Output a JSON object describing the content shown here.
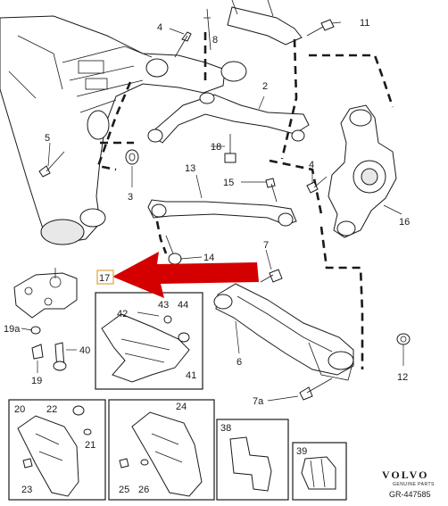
{
  "labels": {
    "l2": "2",
    "l3": "3",
    "l4a": "4",
    "l4b": "4",
    "l5": "5",
    "l6": "6",
    "l7": "7",
    "l7a": "7a",
    "l8": "8",
    "l11": "11",
    "l12": "12",
    "l13": "13",
    "l14": "14",
    "l15": "15",
    "l16": "16",
    "l17": "17",
    "l18": "18",
    "l19": "19",
    "l19a": "19a",
    "l20": "20",
    "l21": "21",
    "l22": "22",
    "l23": "23",
    "l24": "24",
    "l25": "25",
    "l26": "26",
    "l38": "38",
    "l39": "39",
    "l40": "40",
    "l41": "41",
    "l42": "42",
    "l43": "43",
    "l44": "44"
  },
  "logo": {
    "brand": "VOLVO",
    "tagline": "GENUINE PARTS"
  },
  "reference": "GR-447585",
  "colors": {
    "highlight_arrow": "#d40000",
    "highlight_box": "#e0a040",
    "line": "#1a1a1a"
  }
}
